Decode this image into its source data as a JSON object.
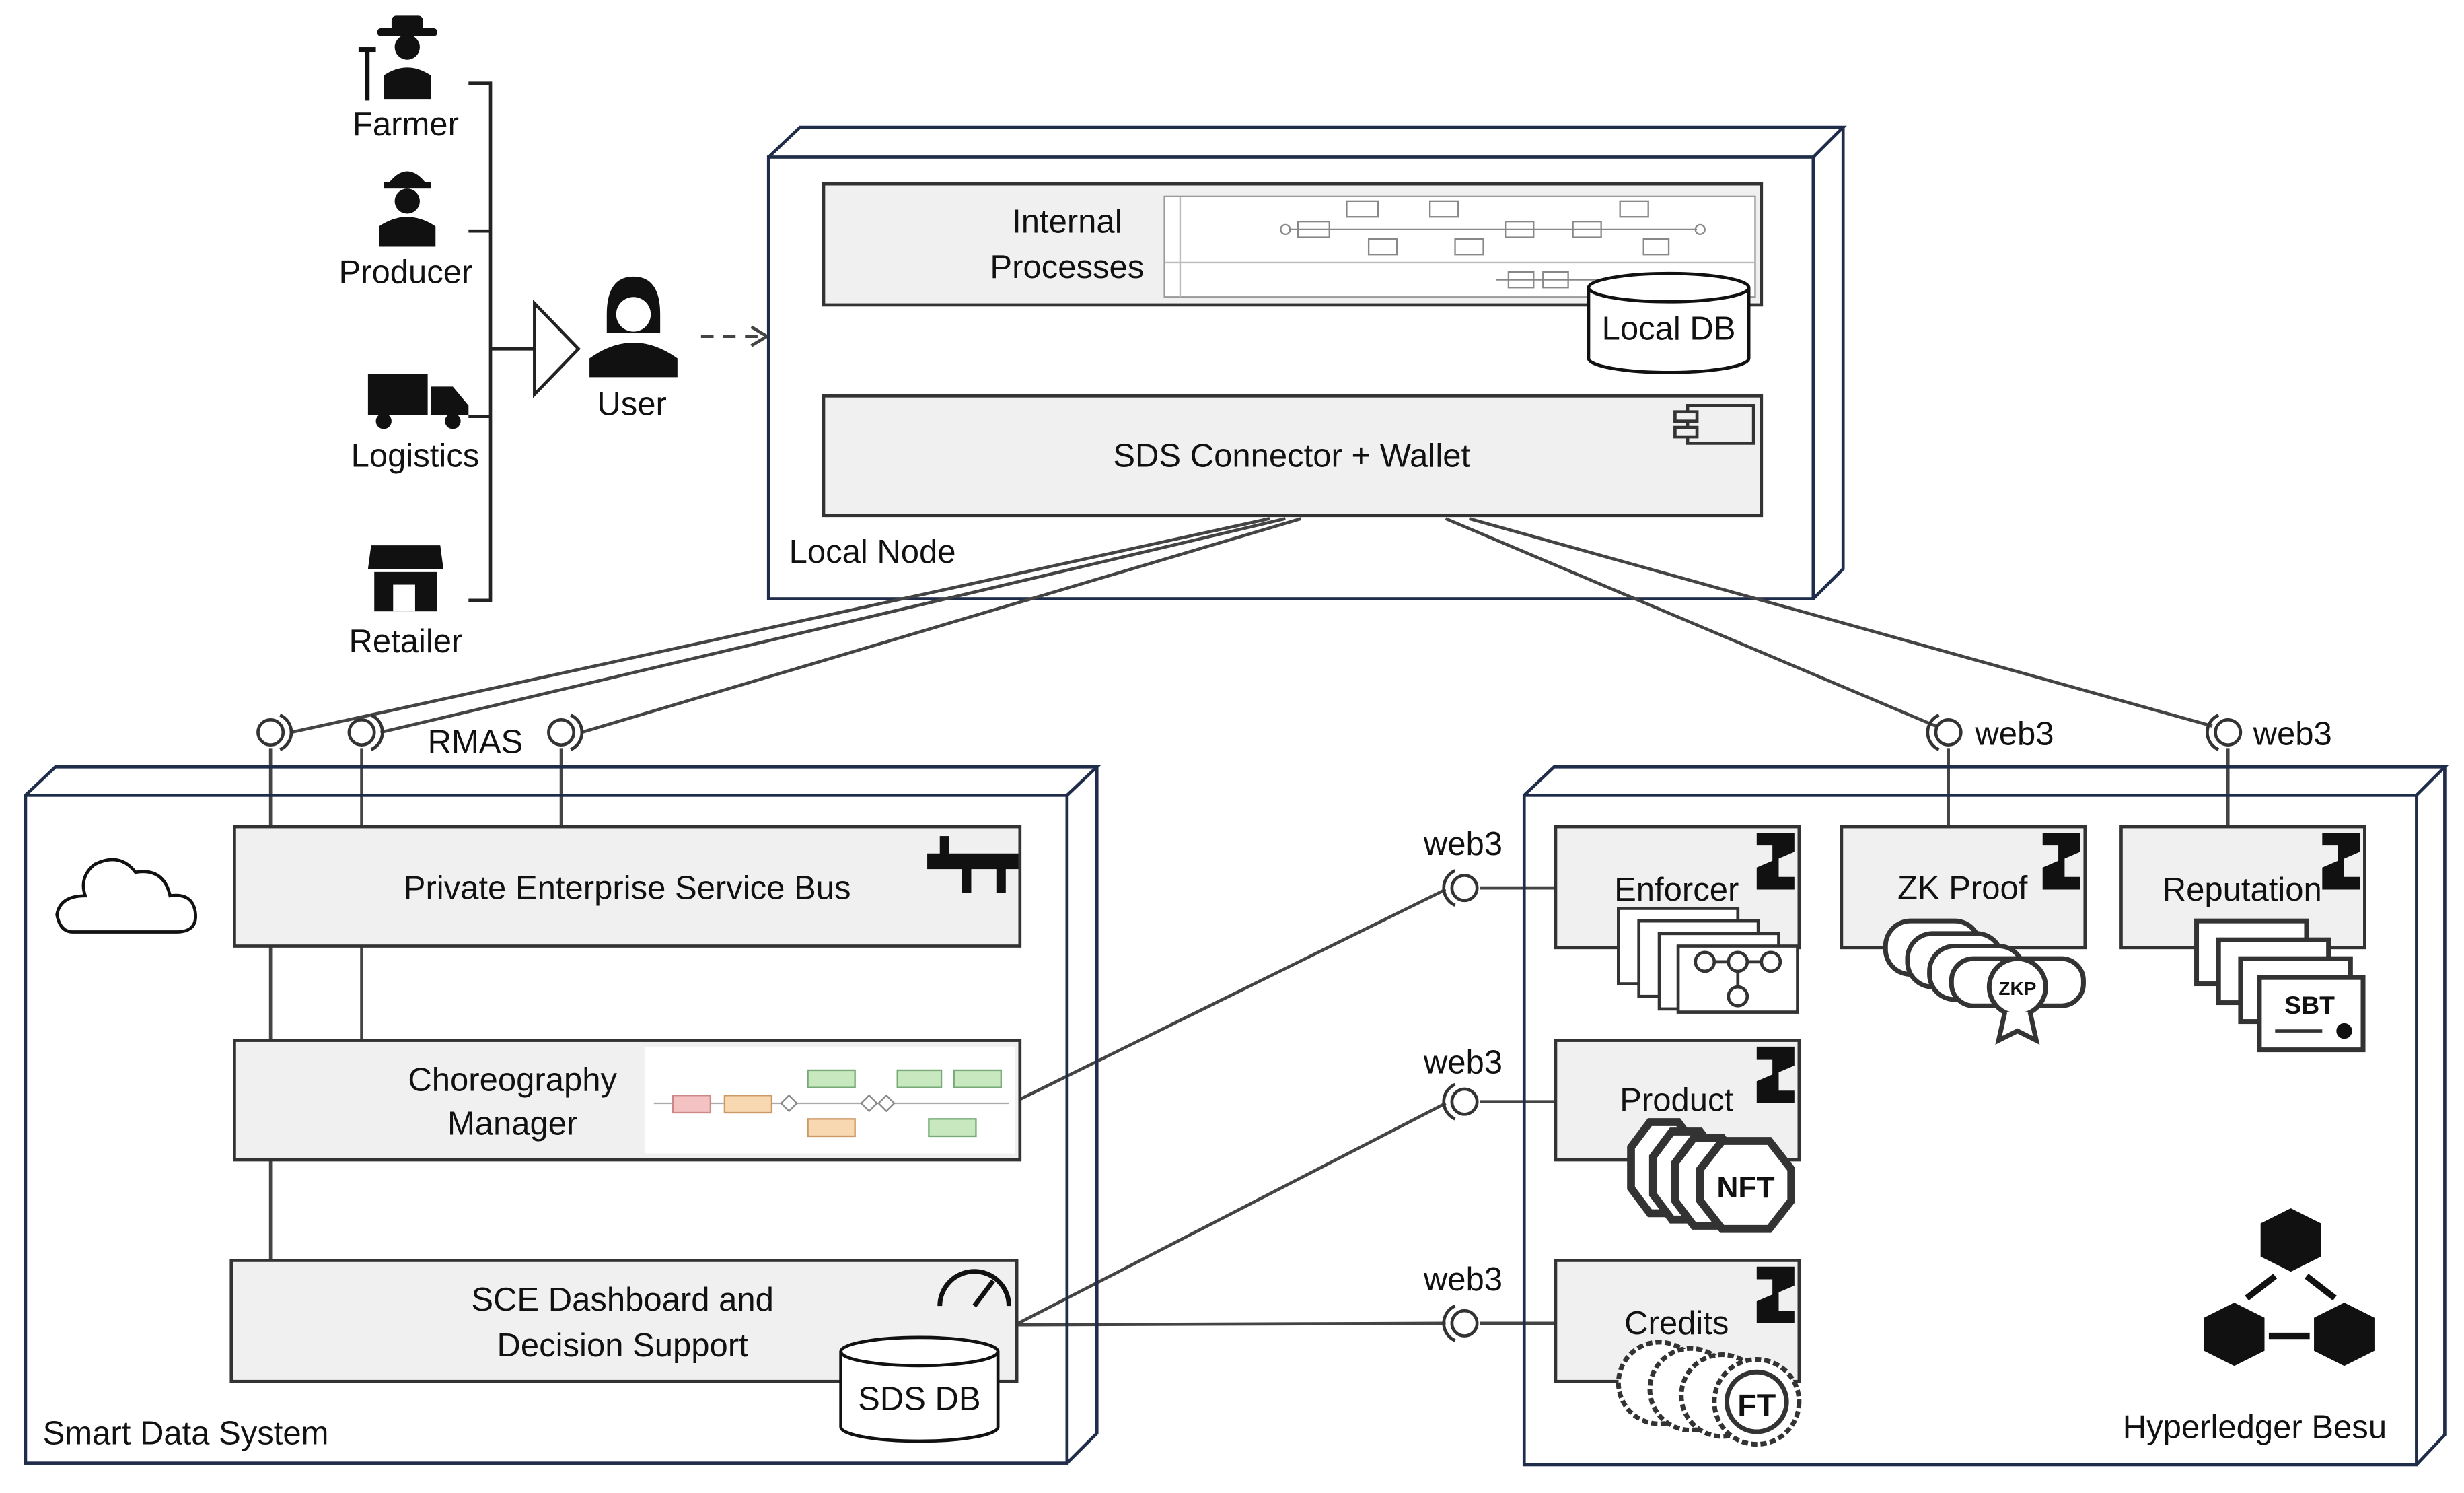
{
  "actors": {
    "farmer": "Farmer",
    "producer": "Producer",
    "logistics": "Logistics",
    "retailer": "Retailer",
    "user": "User"
  },
  "local_node": {
    "label": "Local Node",
    "internal_processes_line1": "Internal",
    "internal_processes_line2": "Processes",
    "local_db": "Local DB",
    "sds_connector": "SDS Connector + Wallet"
  },
  "smart_data_system": {
    "label": "Smart Data System",
    "interface_label": "RMAS",
    "esb": "Private Enterprise Service Bus",
    "choreography_line1": "Choreography",
    "choreography_line2": "Manager",
    "dashboard_line1": "SCE Dashboard and",
    "dashboard_line2": "Decision Support",
    "sds_db": "SDS DB"
  },
  "hyperledger": {
    "label": "Hyperledger Besu",
    "enforcer": "Enforcer",
    "zk_proof": "ZK Proof",
    "reputation": "Reputation",
    "product": "Product",
    "credits": "Credits",
    "zkp_badge": "ZKP",
    "sbt_badge": "SBT",
    "nft_badge": "NFT",
    "ft_badge": "FT",
    "web3_enforcer": "web3",
    "web3_product": "web3",
    "web3_credits": "web3",
    "web3_zk": "web3",
    "web3_reputation": "web3"
  },
  "colors": {
    "frame": "#1f2d4a",
    "box_fill": "#f0f0f0",
    "line": "#444444"
  }
}
